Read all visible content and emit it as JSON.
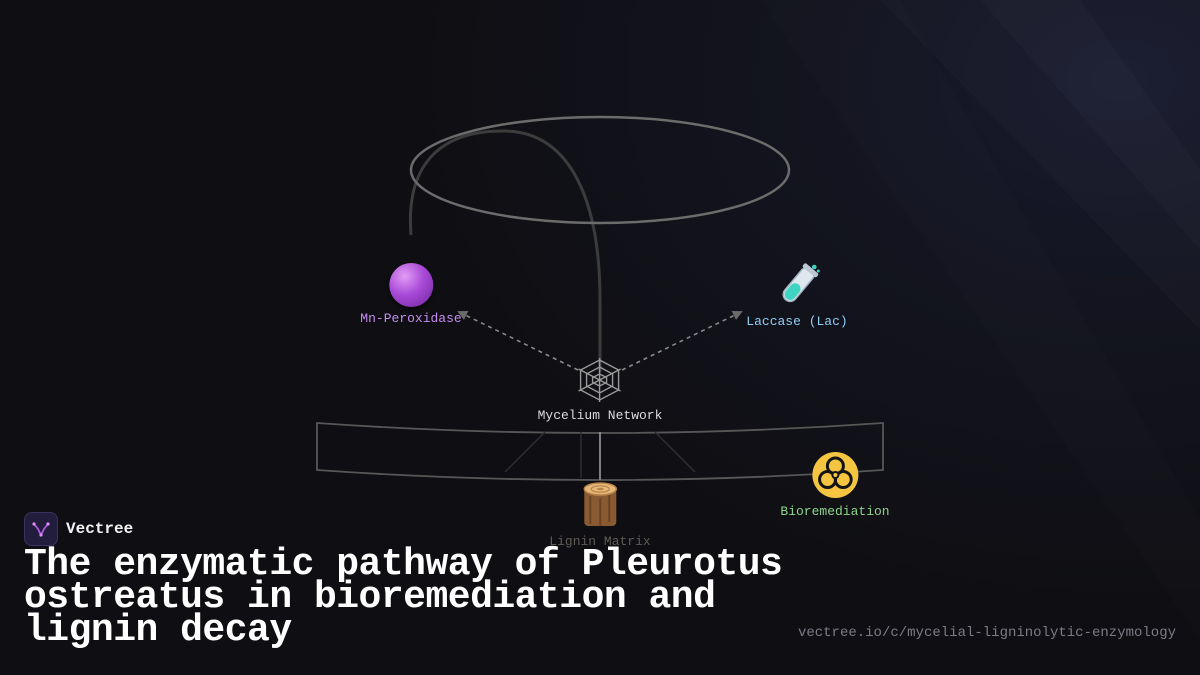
{
  "brand": {
    "name": "Vectree",
    "logo_icon": "vectree-logo-icon"
  },
  "headline": "The enzymatic pathway of Pleurotus ostreatus in bioremediation and lignin decay",
  "source_url": "vectree.io/c/mycelial-ligninolytic-enzymology",
  "diagram": {
    "nodes": {
      "mn_peroxidase": {
        "label": "Mn-Peroxidase",
        "icon": "purple-circle-icon",
        "color": "#c58cf0"
      },
      "laccase": {
        "label": "Laccase (Lac)",
        "icon": "test-tube-icon",
        "color": "#8ecdf5"
      },
      "mycelium": {
        "label": "Mycelium Network",
        "icon": "spider-web-icon",
        "color": "#dcdcdc"
      },
      "lignin": {
        "label": "Lignin Matrix",
        "icon": "wood-log-icon",
        "color": "#5e5a55"
      },
      "bioremediation": {
        "label": "Bioremediation",
        "icon": "biohazard-icon",
        "color": "#8bd48b"
      }
    },
    "colors": {
      "background": "#0f0f13",
      "outline": "#6a6a6a",
      "stalk": "#3a3a3a",
      "connector": "#8a8a8a"
    }
  }
}
